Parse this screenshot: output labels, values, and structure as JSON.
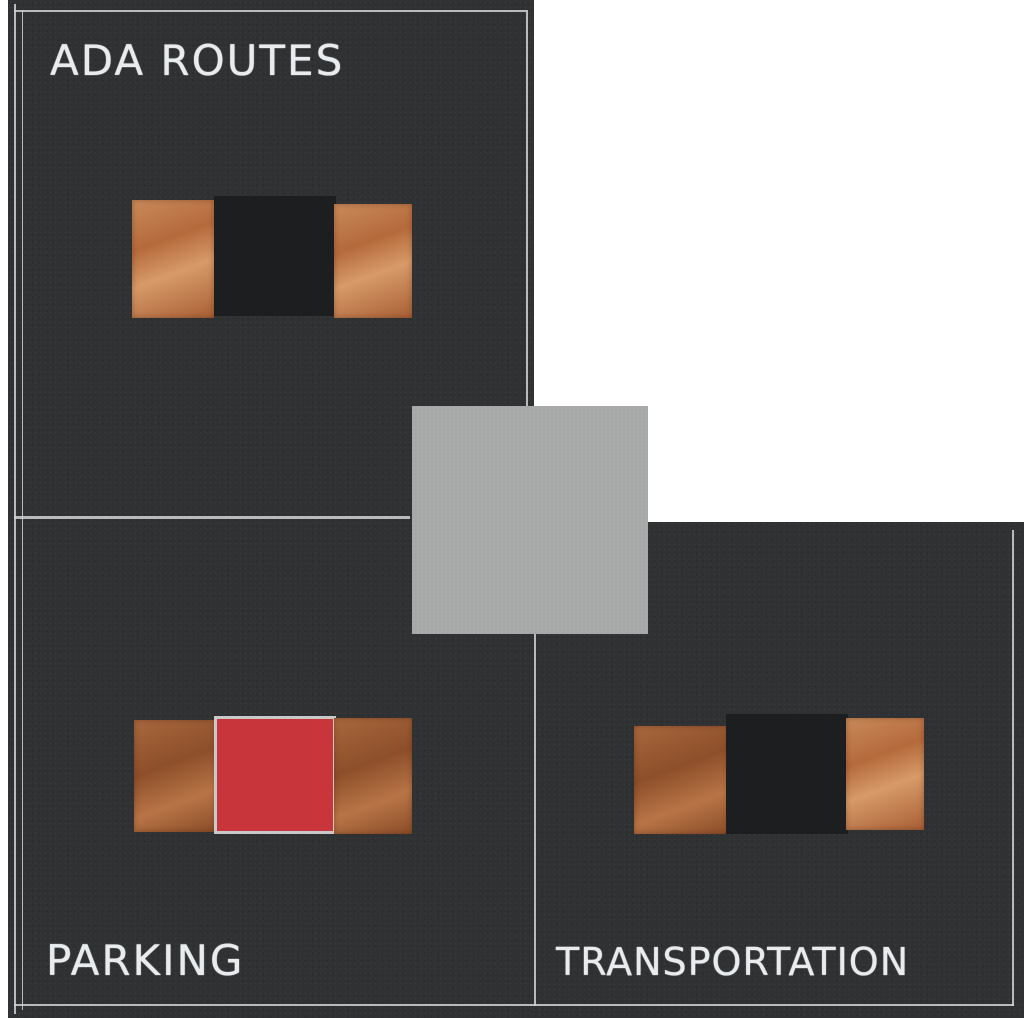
{
  "labels": {
    "ada_routes": "ADA ROUTES",
    "parking": "PARKING",
    "transportation": "TRANSPORTATION"
  },
  "colors": {
    "board": "#2f3133",
    "copper": "#c98a5a",
    "black": "#1d1e20",
    "red": "#c8353a",
    "grey": "#a6a8a8",
    "chalk_line": "#cfd3d6"
  }
}
